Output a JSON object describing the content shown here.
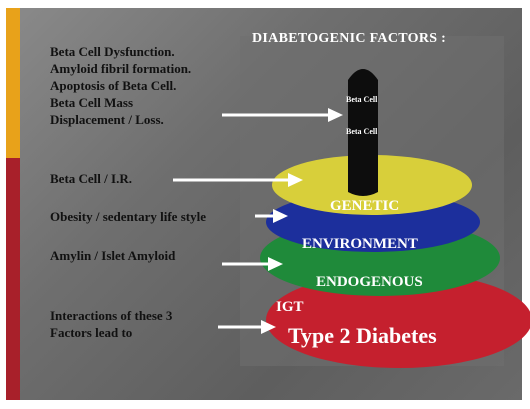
{
  "title": "DIABETOGENIC FACTORS :",
  "factors": {
    "beta_cell": [
      "Beta Cell Dysfunction.",
      "Amyloid fibril formation.",
      "Apoptosis of Beta Cell.",
      "Beta Cell Mass",
      "Displacement /  Loss."
    ],
    "beta_cell_ir": "Beta Cell / I.R.",
    "obesity": "Obesity / sedentary life style",
    "amylin": "Amylin / Islet Amyloid",
    "interactions": [
      "Interactions of these 3",
      "Factors lead to"
    ]
  },
  "tower": {
    "pillar_label_1": "Beta Cell",
    "pillar_label_2": "Beta Cell",
    "genetic": "GENETIC",
    "environment": "ENVIRONMENT",
    "endogenous": "ENDOGENOUS",
    "igt": "IGT",
    "outcome": "Type 2 Diabetes"
  },
  "colors": {
    "yellow_disc": "#d8cf3a",
    "blue_disc": "#1c2f9c",
    "green_disc": "#1f8a3a",
    "red_disc": "#c5202e",
    "pillar": "#0d0d0d"
  }
}
